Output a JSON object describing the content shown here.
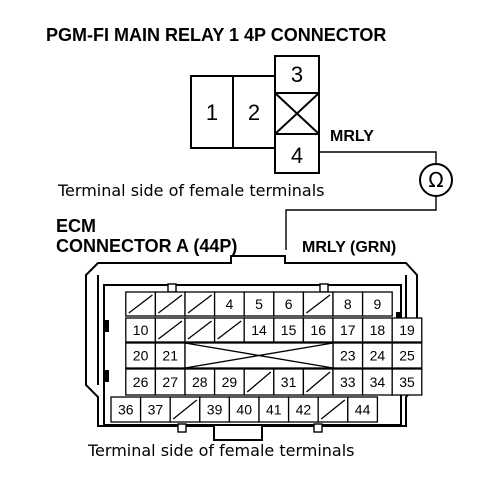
{
  "title": "PGM-FI MAIN RELAY 1 4P CONNECTOR",
  "relay_connector": {
    "pins": [
      "1",
      "2",
      "3",
      "4"
    ],
    "wire_label": "MRLY",
    "caption": "Terminal side of female terminals"
  },
  "meter_symbol": "Ω",
  "ecm": {
    "title_line1": "ECM",
    "title_line2": "CONNECTOR A (44P)",
    "wire_label": "MRLY (GRN)",
    "caption": "Terminal side of female terminals",
    "rows": [
      [
        "",
        "",
        "",
        "4",
        "5",
        "6",
        "",
        "8",
        "9"
      ],
      [
        "10",
        "",
        "",
        "",
        "14",
        "15",
        "16",
        "17",
        "18",
        "19"
      ],
      [
        "20",
        "21",
        "",
        "",
        "",
        "",
        "",
        "23",
        "24",
        "25"
      ],
      [
        "26",
        "27",
        "28",
        "29",
        "",
        "31",
        "",
        "33",
        "34",
        "35"
      ],
      [
        "36",
        "37",
        "",
        "39",
        "40",
        "41",
        "42",
        "",
        "44"
      ]
    ]
  }
}
